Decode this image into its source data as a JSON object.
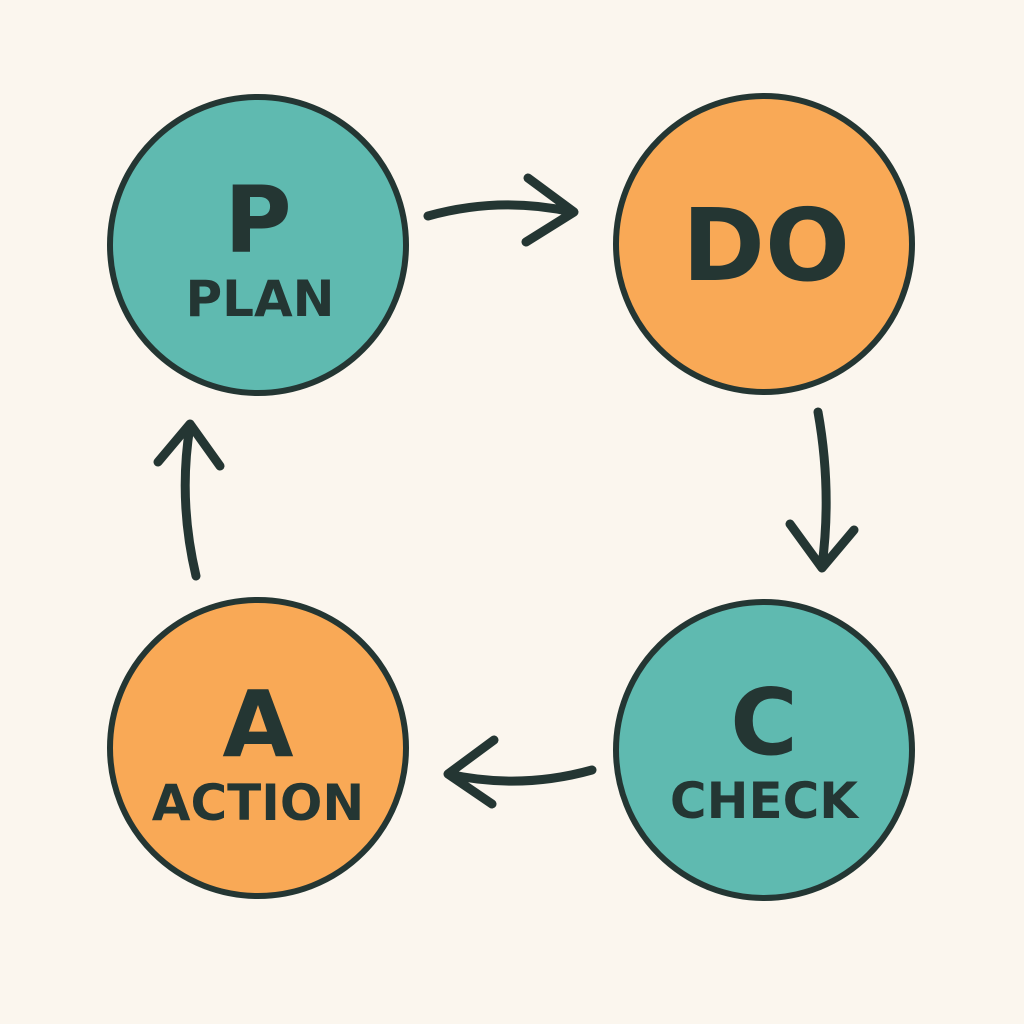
{
  "diagram": {
    "colors": {
      "background": "#FBF6EE",
      "teal": "#5FBAB0",
      "orange": "#F9A956",
      "ink": "#243633"
    },
    "stages": [
      {
        "id": "plan",
        "letter": "P",
        "label": "PLAN",
        "color": "#5FBAB0"
      },
      {
        "id": "do",
        "letter": "DO",
        "label": "",
        "color": "#F9A956"
      },
      {
        "id": "check",
        "letter": "C",
        "label": "CHECK",
        "color": "#5FBAB0"
      },
      {
        "id": "action",
        "letter": "A",
        "label": "ACTION",
        "color": "#F9A956"
      }
    ],
    "connections": [
      {
        "from": "plan",
        "to": "do"
      },
      {
        "from": "do",
        "to": "check"
      },
      {
        "from": "check",
        "to": "action"
      },
      {
        "from": "action",
        "to": "plan"
      }
    ]
  }
}
